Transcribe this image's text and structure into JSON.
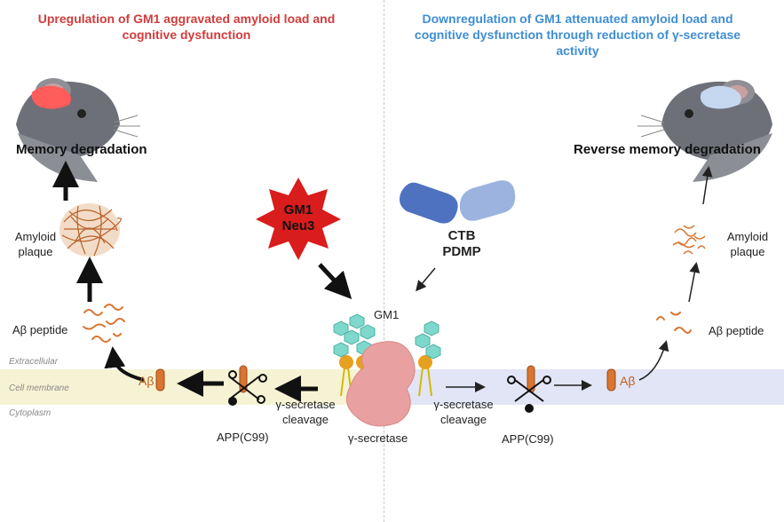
{
  "left": {
    "title": "Upregulation of GM1 aggravated amyloid load and cognitive dysfunction",
    "memory": "Memory degradation",
    "amyloid_plaque": "Amyloid\nplaque",
    "abeta_peptide": "Aβ peptide",
    "abeta": "Aβ",
    "cleavage": "γ-secretase\ncleavage",
    "app": "APP(C99)",
    "inducer": "GM1\nNeu3"
  },
  "right": {
    "title": "Downregulation of GM1 attenuated amyloid load and cognitive dysfunction through reduction of γ-secretase activity",
    "memory": "Reverse memory degradation",
    "amyloid_plaque": "Amyloid\nplaque",
    "abeta_peptide": "Aβ peptide",
    "abeta": "Aβ",
    "cleavage": "γ-secretase\ncleavage",
    "app": "APP(C99)",
    "inhibitor": "CTB\nPDMP"
  },
  "center": {
    "gm1": "GM1",
    "gamma_secretase": "γ-secretase"
  },
  "compartments": {
    "extracellular": "Extracellular",
    "membrane": "Cell membrane",
    "cytoplasm": "Cytoplasm"
  },
  "colors": {
    "left_title": "#d23c3c",
    "right_title": "#3f8ed4",
    "left_membrane": "#f6f3d4",
    "right_membrane": "#e1e5f6",
    "abeta": "#d97530",
    "secretase": "#e9a0a0",
    "gm1_sugar": "#7fd8cc",
    "lipid_head": "#e8a020",
    "star": "#d91c1c",
    "capsule": "#5a80c8"
  }
}
